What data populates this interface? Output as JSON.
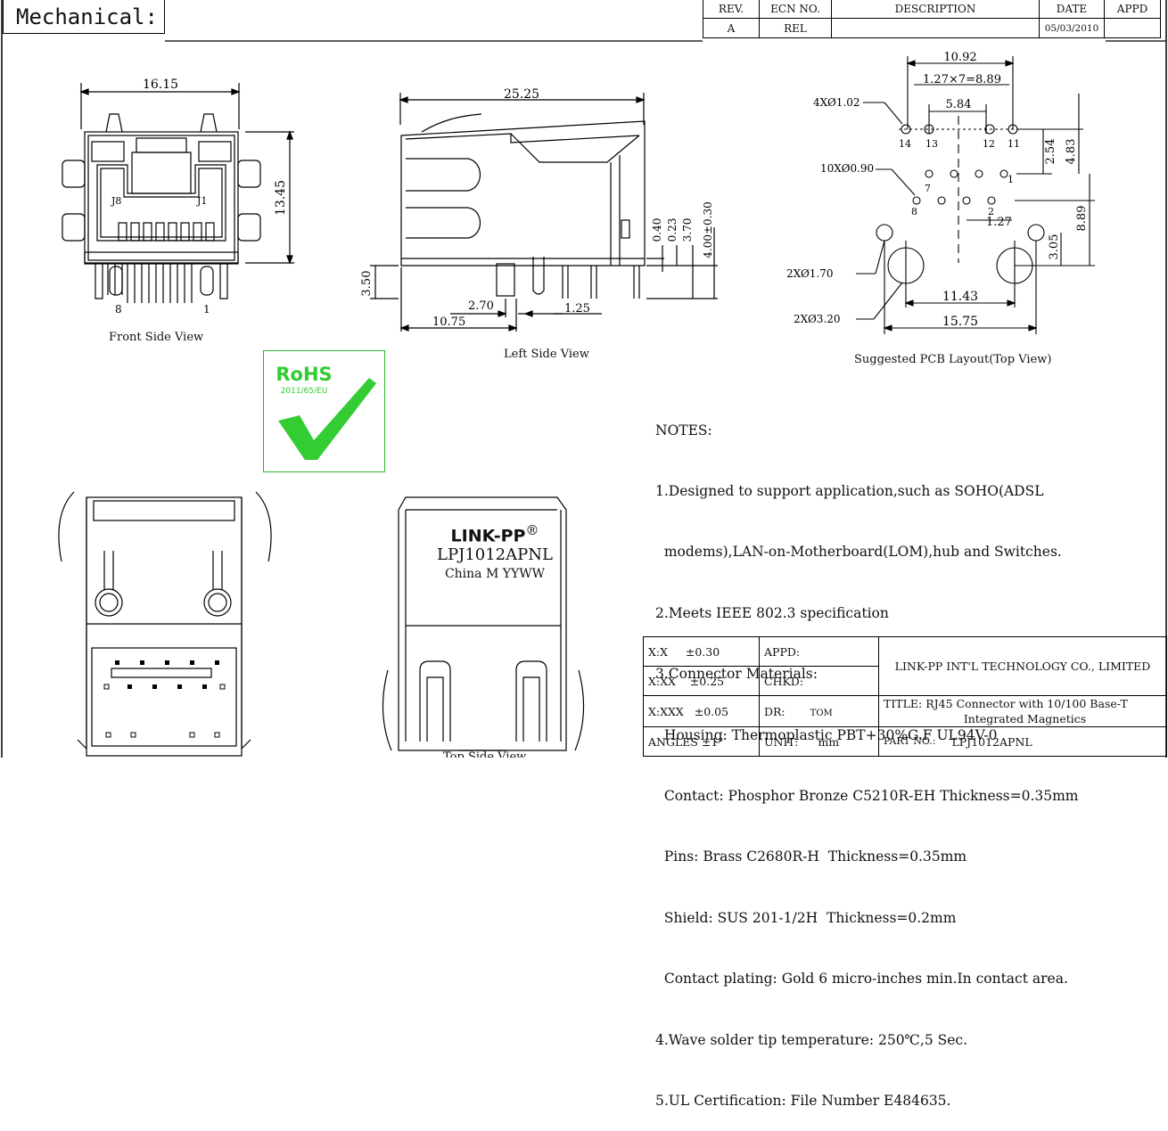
{
  "header": {
    "title": "Mechanical:"
  },
  "revision_table": {
    "headers": [
      "REV.",
      "ECN NO.",
      "DESCRIPTION",
      "DATE",
      "APPD"
    ],
    "row": [
      "A",
      "REL",
      "",
      "05/03/2010",
      ""
    ]
  },
  "views": {
    "front": {
      "caption": "Front Side View",
      "width": "16.15",
      "height": "13.45",
      "pin_left": "8",
      "pin_right": "1",
      "label_j8": "J8",
      "label_j1": "J1"
    },
    "left": {
      "caption": "Left Side View",
      "length": "25.25",
      "d_040": "0.40",
      "d_023": "0.23",
      "d_370": "3.70",
      "d_400": "4.00±0.30",
      "d_350": "3.50",
      "d_270": "2.70",
      "d_1075": "10.75",
      "d_125": "1.25"
    },
    "pcb": {
      "caption": "Suggested PCB Layout(Top   View)",
      "d_1092": "10.92",
      "d_pitch": "1.27×7=8.89",
      "d_584": "5.84",
      "d_254": "2.54",
      "d_483": "4.83",
      "d_889": "8.89",
      "d_127": "1.27",
      "d_305": "3.05",
      "d_1143": "11.43",
      "d_1575": "15.75",
      "hole_4x": "4XØ1.02",
      "hole_10x": "10XØ0.90",
      "hole_2x170": "2XØ1.70",
      "hole_2x320": "2XØ3.20",
      "pins": [
        "14",
        "13",
        "12",
        "11",
        "7",
        "1",
        "8",
        "2"
      ]
    },
    "top": {
      "caption": "Top Side View",
      "brand": "LINK-PP",
      "reg": "®",
      "part": "LPJ1012APNL",
      "origin": "China M YYWW"
    }
  },
  "rohs": {
    "title": "RoHS",
    "subtitle": "2011/65/EU",
    "color": "#33cc33"
  },
  "notes": {
    "heading": "NOTES:",
    "lines": [
      "1.Designed to support application,such as SOHO(ADSL",
      "  modems),LAN-on-Motherboard(LOM),hub and Switches.",
      "2.Meets IEEE 802.3 specification",
      "3.Connector Materials:",
      "  Housing: Thermoplastic PBT+30%G.F UL94V-0",
      "  Contact: Phosphor Bronze C5210R-EH Thickness=0.35mm",
      "  Pins: Brass C2680R-H  Thickness=0.35mm",
      "  Shield: SUS 201-1/2H  Thickness=0.2mm",
      "  Contact plating: Gold 6 micro-inches min.In contact area.",
      "4.Wave solder tip temperature: 250℃,5 Sec.",
      "5.UL Certification: File Number E484635."
    ]
  },
  "title_block": {
    "tol_x": "X:X     ±0.30",
    "tol_xx": "X:XX    ±0.25",
    "tol_xxx": "X:XXX   ±0.05",
    "tol_ang": "ANGLES ±1°",
    "appd": "APPD:",
    "chkd": "CHKD:",
    "dr_label": "DR:",
    "dr_value": "TOM",
    "unit_label": "UNIT:",
    "unit_value": "mm",
    "company": "LINK-PP INT'L TECHNOLOGY CO., LIMITED",
    "title_line1": "TITLE: RJ45 Connector with 10/100 Base-T",
    "title_line2": "Integrated Magnetics",
    "part_label": "PART NO.:",
    "part_value": "LPJ1012APNL"
  }
}
